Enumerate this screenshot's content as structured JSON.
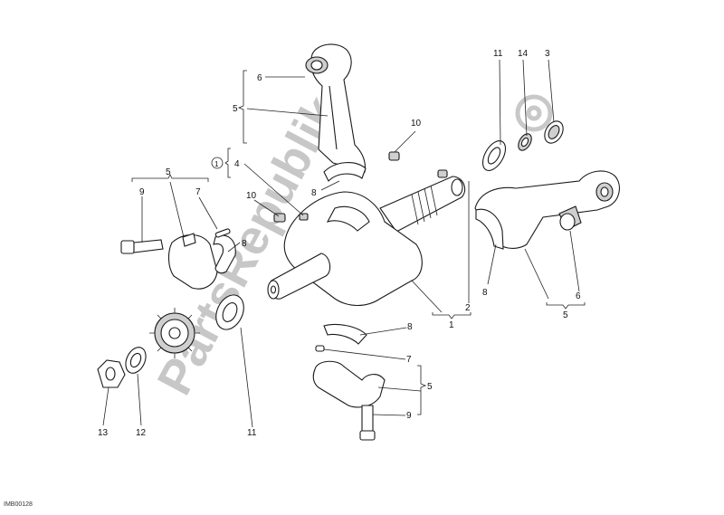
{
  "diagram": {
    "watermark": "PartsRepublik",
    "drawing_code": "IMB00128",
    "callouts": {
      "c1": "1",
      "c2": "2",
      "c3": "3",
      "c4": "4",
      "c5_upper_rod": "5",
      "c5_cap_left": "5",
      "c5_right_rod": "5",
      "c5_cap_bottom": "5",
      "c6_upper": "6",
      "c6_right": "6",
      "c7_left": "7",
      "c7_bottom": "7",
      "c8_upper": "8",
      "c8_left": "8",
      "c8_right": "8",
      "c8_bottom": "8",
      "c9_left": "9",
      "c9_bottom": "9",
      "c10_left": "10",
      "c10_center": "10",
      "c11_right": "11",
      "c11_bottom": "11",
      "c12": "12",
      "c13": "13",
      "c14": "14",
      "c1_circled": "1"
    }
  }
}
